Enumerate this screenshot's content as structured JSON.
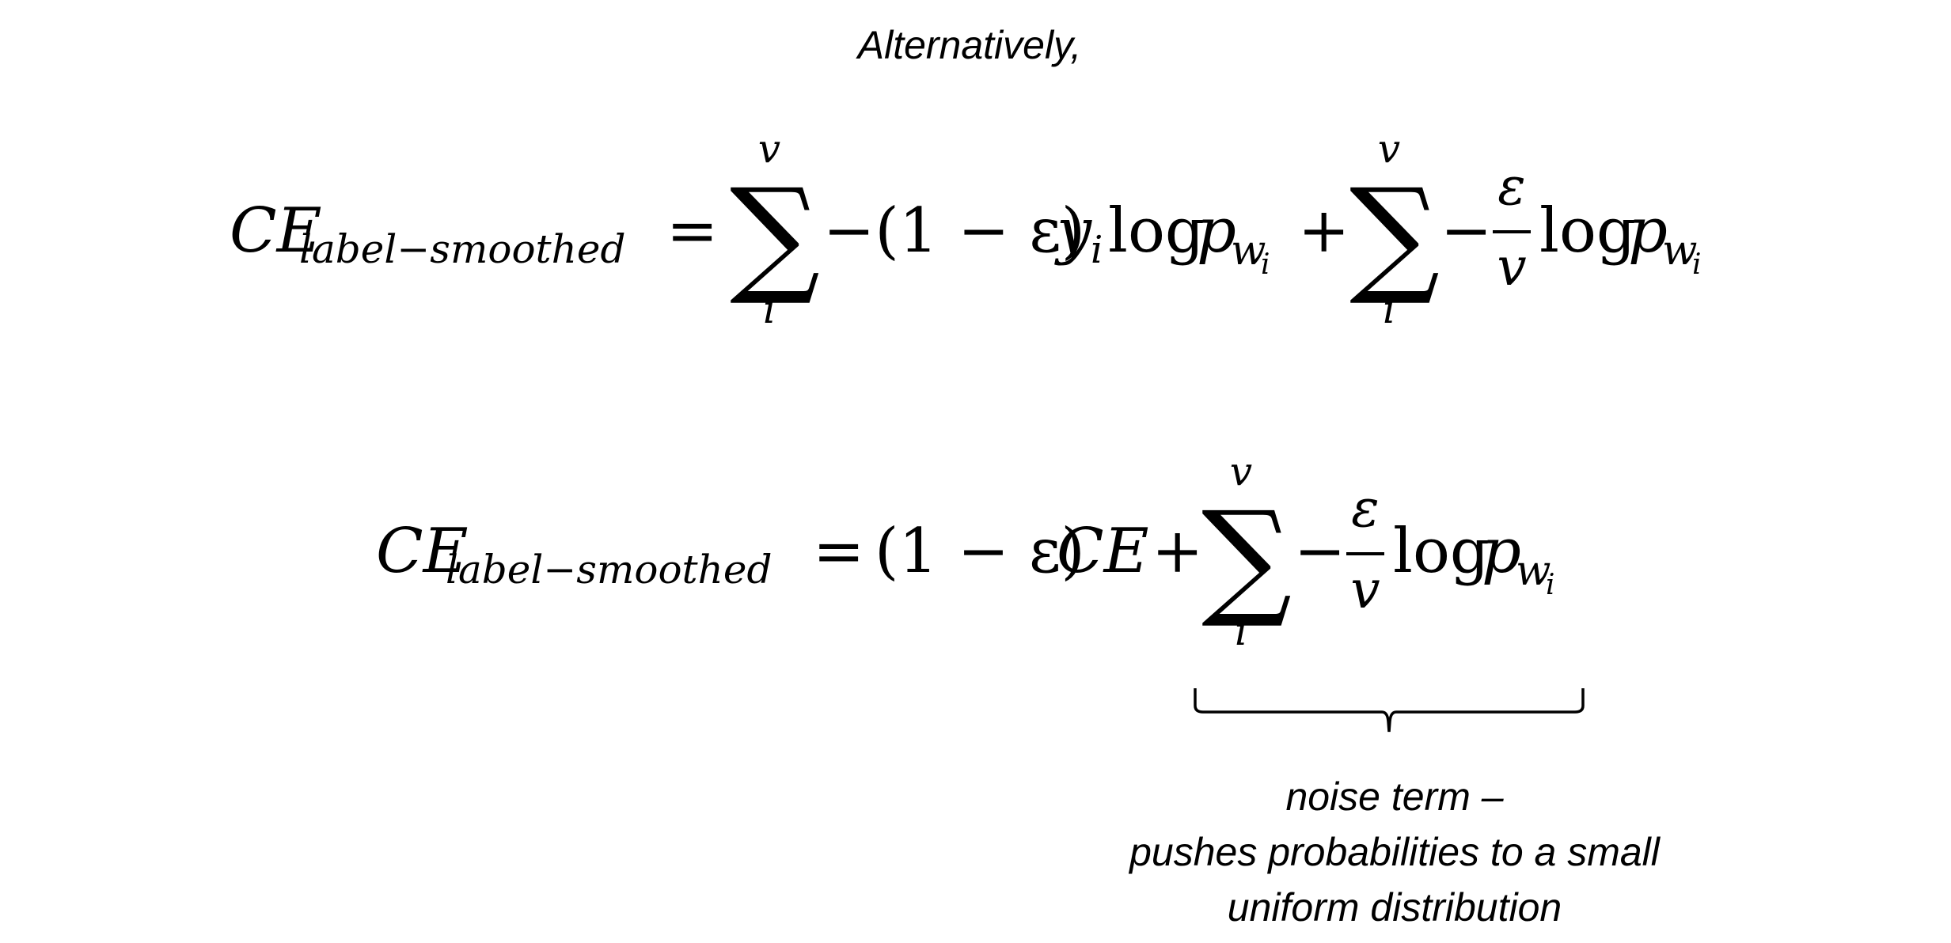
{
  "intro": "Alternatively,",
  "eq1": {
    "lhs_main": "CE",
    "lhs_sub": "label−smoothed",
    "equals": "=",
    "sum1": {
      "symbol": "∑",
      "upper": "v",
      "lower": "i"
    },
    "term1_prefix": "−(1 − ε)",
    "term1_y": "y",
    "term1_y_sub": "i",
    "term1_log": "log",
    "term1_p": "p",
    "term1_p_sub": "w",
    "term1_p_subsub": "i",
    "plus": "+",
    "sum2": {
      "symbol": "∑",
      "upper": "v",
      "lower": "i"
    },
    "term2_minus": "−",
    "frac_num": "ε",
    "frac_den": "v",
    "term2_log": "log",
    "term2_p": "p",
    "term2_p_sub": "w",
    "term2_p_subsub": "i"
  },
  "eq2": {
    "lhs_main": "CE",
    "lhs_sub": "label−smoothed",
    "equals": "=",
    "term1": "(1 − ε)",
    "term1_ce": "CE",
    "plus": "+",
    "sum": {
      "symbol": "∑",
      "upper": "v",
      "lower": "i"
    },
    "term2_minus": "−",
    "frac_num": "ε",
    "frac_den": "v",
    "term2_log": "log",
    "term2_p": "p",
    "term2_p_sub": "w",
    "term2_p_subsub": "i"
  },
  "annotation": {
    "line1": "noise term –",
    "line2": "pushes probabilities to a small",
    "line3": "uniform distribution"
  }
}
